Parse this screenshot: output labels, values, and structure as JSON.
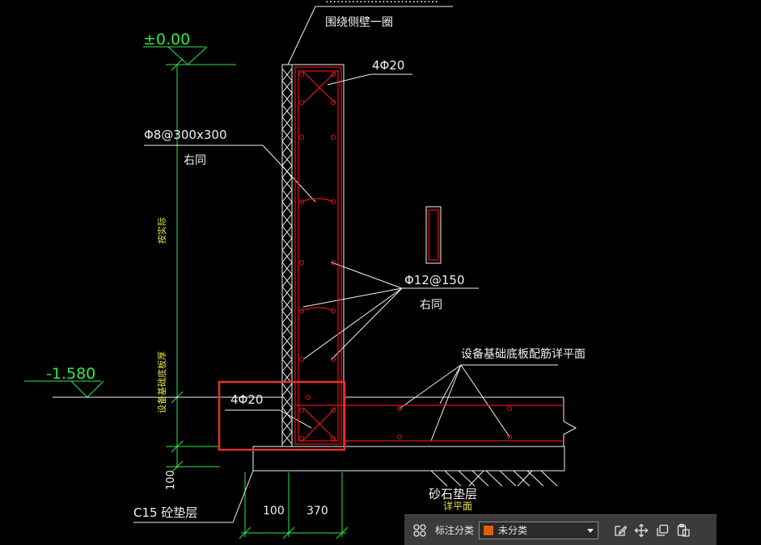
{
  "colors": {
    "dim": "#31e84b",
    "note": "#f2f2f2",
    "label": "#e8e84a",
    "rebar": "#e01515",
    "highlight": "#e53030",
    "swatch": "#e06010"
  },
  "annotations": {
    "top_cut": "…………………………",
    "top_line2": "围绕侧壁一圈",
    "bar_top": "4Φ20",
    "stirrup": "Φ8@300x300",
    "stirrup_same": "右同",
    "wall_bar": "Φ12@150",
    "wall_same": "右同",
    "slab_ref": "设备基础底板配筋详平面",
    "bar_bottom": "4Φ20",
    "gravel": "砂石垫层",
    "gravel_sub": "详平面",
    "c15": "C15 砼垫层"
  },
  "levels": {
    "top": "±0.00",
    "bottom": "-1.580"
  },
  "dims": {
    "vert_label": "按实际",
    "vert_label2": "设备基础底板厚",
    "cushion": "100",
    "w1": "100",
    "w2": "370"
  },
  "toolbar": {
    "grid_icon": "grid-icon",
    "label": "标注分类",
    "selected": "未分类",
    "edit_icon": "edit-icon",
    "move_icon": "move-icon",
    "copy_icon": "copy-icon",
    "paste_icon": "paste-icon"
  }
}
